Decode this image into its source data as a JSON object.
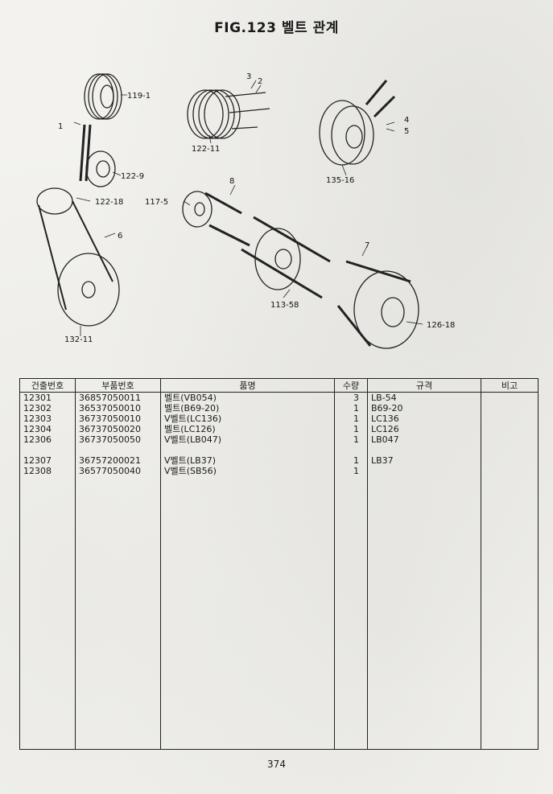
{
  "header": {
    "title": "FIG.123 벨트 관계"
  },
  "diagram": {
    "callouts": [
      "119-1",
      "1",
      "3",
      "2",
      "122-11",
      "122-9",
      "4",
      "5",
      "135-16",
      "122-18",
      "6",
      "117-5",
      "8",
      "7",
      "113-58",
      "126-18",
      "132-11"
    ]
  },
  "table": {
    "headers": [
      "건출번호",
      "부품번호",
      "품명",
      "수량",
      "규격",
      "비고"
    ],
    "rows": [
      {
        "no": "12301",
        "part": "36857050011",
        "name": "벨트(VB054)",
        "qty": "3",
        "spec": "LB-54",
        "note": ""
      },
      {
        "no": "12302",
        "part": "36537050010",
        "name": "벨트(B69-20)",
        "qty": "1",
        "spec": "B69-20",
        "note": ""
      },
      {
        "no": "12303",
        "part": "36737050010",
        "name": "V벨트(LC136)",
        "qty": "1",
        "spec": "LC136",
        "note": ""
      },
      {
        "no": "12304",
        "part": "36737050020",
        "name": "벨트(LC126)",
        "qty": "1",
        "spec": "LC126",
        "note": ""
      },
      {
        "no": "12306",
        "part": "36737050050",
        "name": "V벨트(LB047)",
        "qty": "1",
        "spec": "LB047",
        "note": ""
      },
      {
        "no": "",
        "part": "",
        "name": "",
        "qty": "",
        "spec": "",
        "note": ""
      },
      {
        "no": "12307",
        "part": "36757200021",
        "name": "V벨트(LB37)",
        "qty": "1",
        "spec": "LB37",
        "note": ""
      },
      {
        "no": "12308",
        "part": "36577050040",
        "name": "V벨트(SB56)",
        "qty": "1",
        "spec": "",
        "note": ""
      }
    ]
  },
  "footer": {
    "page_number": "374"
  }
}
